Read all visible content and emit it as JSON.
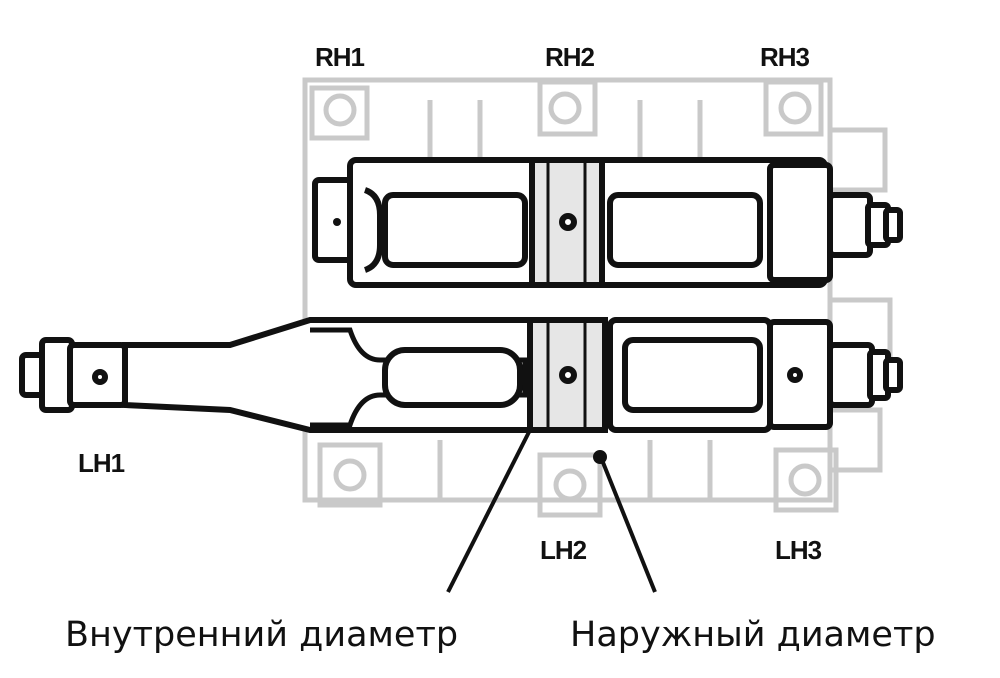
{
  "labels": {
    "rh1": "RH1",
    "rh2": "RH2",
    "rh3": "RH3",
    "lh1": "LH1",
    "lh2": "LH2",
    "lh3": "LH3"
  },
  "captions": {
    "inner_diameter": "Внутренний диаметр",
    "outer_diameter": "Наружный диаметр"
  },
  "colors": {
    "ink": "#111111",
    "block_gray": "#c9c9c9",
    "background": "#ffffff"
  }
}
